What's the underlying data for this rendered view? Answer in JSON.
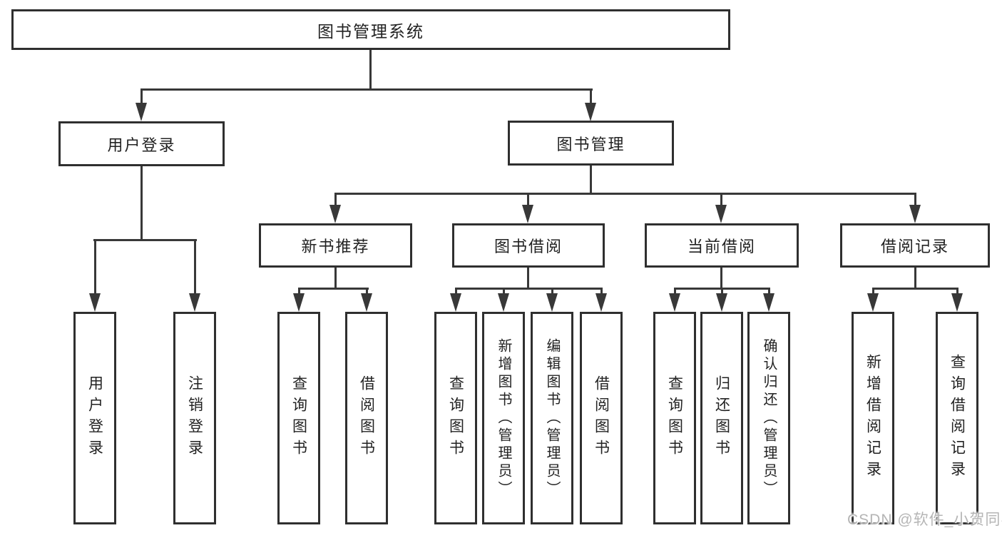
{
  "colors": {
    "line": "#383838",
    "box_border": "#2f2f2f",
    "text": "#222222",
    "watermark": "#b5b5b5",
    "background": "#ffffff"
  },
  "watermark": {
    "text": "CSDN @软件_小贺同学"
  },
  "tree": {
    "label": "图书管理系统",
    "children": [
      {
        "label": "用户登录",
        "children": [
          {
            "label": "用户登录"
          },
          {
            "label": "注销登录"
          }
        ]
      },
      {
        "label": "图书管理",
        "children": [
          {
            "label": "新书推荐",
            "children": [
              {
                "label": "查询图书"
              },
              {
                "label": "借阅图书"
              }
            ]
          },
          {
            "label": "图书借阅",
            "children": [
              {
                "label": "查询图书"
              },
              {
                "label": "新增图书（管理员）"
              },
              {
                "label": "编辑图书（管理员）"
              },
              {
                "label": "借阅图书"
              }
            ]
          },
          {
            "label": "当前借阅",
            "children": [
              {
                "label": "查询图书"
              },
              {
                "label": "归还图书"
              },
              {
                "label": "确认归还（管理员）"
              }
            ]
          },
          {
            "label": "借阅记录",
            "children": [
              {
                "label": "新增借阅记录"
              },
              {
                "label": "查询借阅记录"
              }
            ]
          }
        ]
      }
    ]
  }
}
